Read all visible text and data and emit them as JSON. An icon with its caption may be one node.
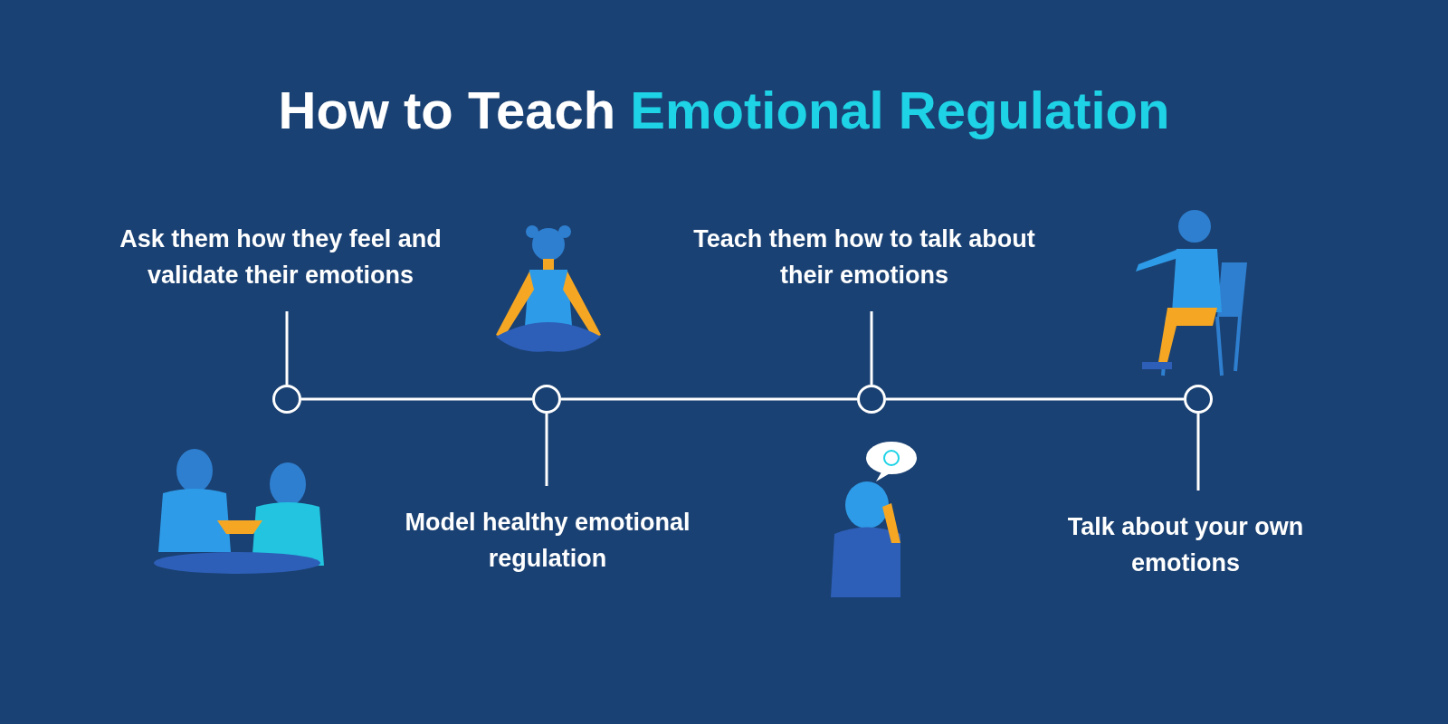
{
  "diagram": {
    "title": "How to Teach Emotional Regulation",
    "nodes": [
      {
        "text": [
          "Ask them how they feel and validate their emotions"
        ]
      },
      {
        "text": [],
        "shape": "circle"
      },
      {
        "text": [
          "Model healthy emotional regulation"
        ]
      },
      {
        "text": [],
        "shape": "circle"
      },
      {
        "text": [
          "Teach them how to talk about their emotions"
        ]
      },
      {
        "text": [],
        "shape": "circle"
      },
      {
        "text": [
          "Talk about your own emotions"
        ]
      },
      {
        "text": [],
        "shape": "circle"
      }
    ],
    "edges": [
      {
        "from": 0,
        "to": 1,
        "arrow": "none"
      },
      {
        "from": 1,
        "to": 3,
        "arrow": "none"
      },
      {
        "from": 2,
        "to": 3,
        "arrow": "none"
      },
      {
        "from": 3,
        "to": 5,
        "arrow": "none"
      },
      {
        "from": 4,
        "to": 5,
        "arrow": "none"
      },
      {
        "from": 5,
        "to": 7,
        "arrow": "none"
      },
      {
        "from": 6,
        "to": 7,
        "arrow": "none"
      }
    ]
  }
}
